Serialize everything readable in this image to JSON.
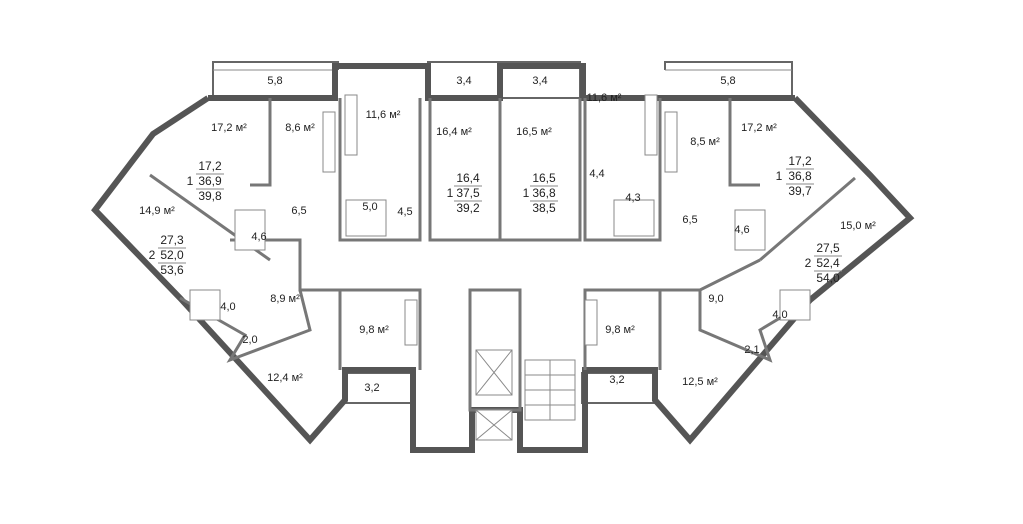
{
  "rooms": [
    {
      "id": "balcony-1",
      "text": "5,8"
    },
    {
      "id": "balcony-2",
      "text": "3,4"
    },
    {
      "id": "balcony-3",
      "text": "3,4"
    },
    {
      "id": "balcony-4",
      "text": "5,8"
    },
    {
      "id": "apt1-room",
      "text": "17,2 м²"
    },
    {
      "id": "apt1-kitchen",
      "text": "8,6 м²"
    },
    {
      "id": "apt2-kitchen",
      "text": "11,6 м²"
    },
    {
      "id": "apt3-room",
      "text": "16,4 м²"
    },
    {
      "id": "apt4-room",
      "text": "16,5 м²"
    },
    {
      "id": "apt5-kitchen",
      "text": "11,6 м²"
    },
    {
      "id": "apt6-kitchen",
      "text": "8,5 м²"
    },
    {
      "id": "apt6-room",
      "text": "17,2 м²"
    },
    {
      "id": "apt1-hall",
      "text": "6,5"
    },
    {
      "id": "apt1-bath",
      "text": "4,6"
    },
    {
      "id": "apt2-bath",
      "text": "5,0"
    },
    {
      "id": "apt2-hall",
      "text": "4,5"
    },
    {
      "id": "apt5-hall",
      "text": "4,4"
    },
    {
      "id": "apt5-bath",
      "text": "4,3"
    },
    {
      "id": "apt6-hall",
      "text": "6,5"
    },
    {
      "id": "apt6-bath",
      "text": "4,6"
    },
    {
      "id": "apt7-room1",
      "text": "14,9 м²"
    },
    {
      "id": "apt8-room1",
      "text": "15,0 м²"
    },
    {
      "id": "apt7-hall",
      "text": "8,9 м²"
    },
    {
      "id": "apt7-bath",
      "text": "4,0"
    },
    {
      "id": "apt7-wc",
      "text": "2,0"
    },
    {
      "id": "apt7-kitchen",
      "text": "9,8 м²"
    },
    {
      "id": "apt7-room2",
      "text": "12,4 м²"
    },
    {
      "id": "apt7-balcony",
      "text": "3,2"
    },
    {
      "id": "apt8-hall",
      "text": "9,0"
    },
    {
      "id": "apt8-bath",
      "text": "4,0"
    },
    {
      "id": "apt8-wc",
      "text": "2,1"
    },
    {
      "id": "apt8-kitchen",
      "text": "9,8 м²"
    },
    {
      "id": "apt8-room2",
      "text": "12,5 м²"
    },
    {
      "id": "apt8-balcony",
      "text": "3,2"
    }
  ],
  "apartments": [
    {
      "rooms": "1",
      "living": "17,2",
      "total": "36,9",
      "with_balcony": "39,8"
    },
    {
      "rooms": "1",
      "living": "16,4",
      "total": "37,5",
      "with_balcony": "39,2"
    },
    {
      "rooms": "1",
      "living": "16,5",
      "total": "36,8",
      "with_balcony": "38,5"
    },
    {
      "rooms": "1",
      "living": "17,2",
      "total": "36,8",
      "with_balcony": "39,7"
    },
    {
      "rooms": "2",
      "living": "27,3",
      "total": "52,0",
      "with_balcony": "53,6"
    },
    {
      "rooms": "2",
      "living": "27,5",
      "total": "52,4",
      "with_balcony": "54,0"
    }
  ]
}
